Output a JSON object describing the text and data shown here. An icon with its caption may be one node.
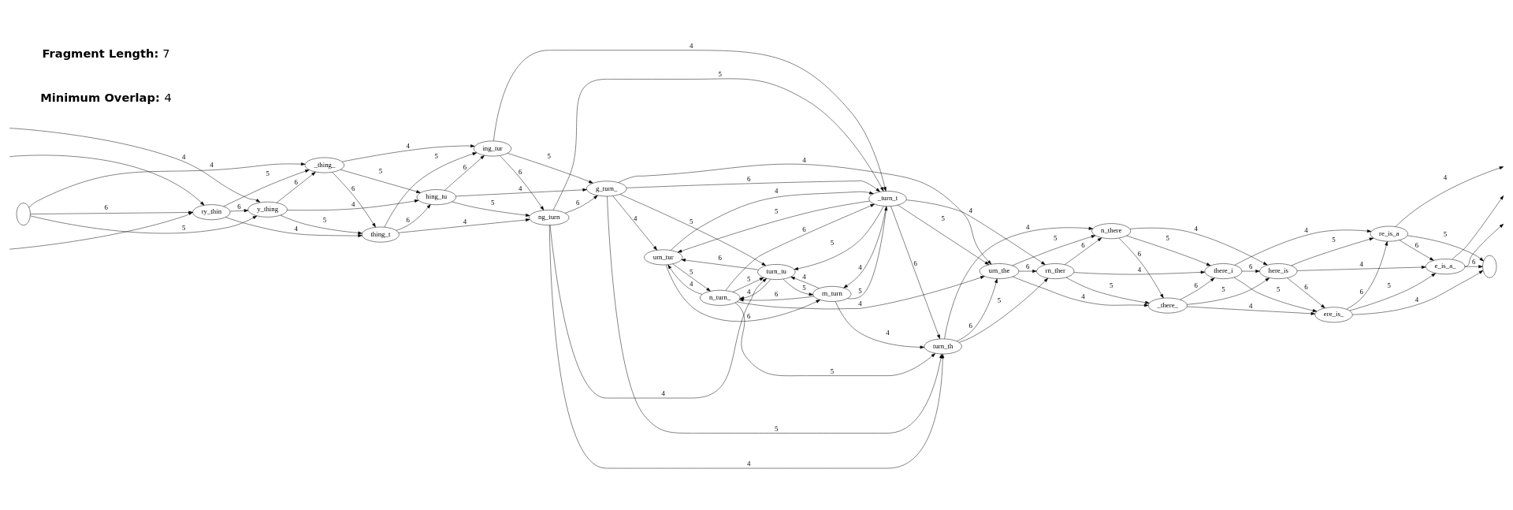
{
  "diagram": {
    "nodes": [
      {
        "text": [],
        "shape": "ellipse"
      },
      {
        "text": [
          "ry_thin"
        ]
      },
      {
        "text": [
          "y_thing"
        ]
      },
      {
        "text": [
          "_thing_"
        ]
      },
      {
        "text": [
          "thing_t"
        ]
      },
      {
        "text": [
          "hing_tu"
        ]
      },
      {
        "text": [
          "ing_tur"
        ]
      },
      {
        "text": [
          "ng_turn"
        ]
      },
      {
        "text": [
          "g_turn_"
        ]
      },
      {
        "text": [
          "urn_tur"
        ]
      },
      {
        "text": [
          "n_turn_"
        ]
      },
      {
        "text": [
          "turn_tu"
        ]
      },
      {
        "text": [
          "_turn_t"
        ]
      },
      {
        "text": [
          "rn_turn"
        ]
      },
      {
        "text": [
          "turn_th"
        ]
      },
      {
        "text": [
          "urn_the"
        ]
      },
      {
        "text": [
          "rn_ther"
        ]
      },
      {
        "text": [
          "n_there"
        ]
      },
      {
        "text": [
          "_there_"
        ]
      },
      {
        "text": [
          "there_i"
        ]
      },
      {
        "text": [
          "here_is"
        ]
      },
      {
        "text": [
          "ere_is_"
        ]
      },
      {
        "text": [
          "re_is_a"
        ]
      },
      {
        "text": [
          "e_is_a_"
        ]
      },
      {
        "text": [],
        "shape": "ellipse"
      }
    ],
    "edges": [
      {
        "from": null,
        "to": 1,
        "arrow": "to"
      },
      {
        "from": null,
        "to": 1,
        "arrow": "to"
      },
      {
        "from": 0,
        "to": 1,
        "arrow": "to",
        "label": "6"
      },
      {
        "from": 0,
        "to": 2,
        "arrow": "to",
        "label": "5"
      },
      {
        "from": null,
        "to": 2,
        "arrow": "to",
        "label": "4"
      },
      {
        "from": 0,
        "to": 3,
        "arrow": "to",
        "label": "4"
      },
      {
        "from": 1,
        "to": 4,
        "arrow": "to",
        "label": "4"
      },
      {
        "from": 1,
        "to": 3,
        "arrow": "to",
        "label": "5"
      },
      {
        "from": 1,
        "to": 2,
        "arrow": "to",
        "label": "6"
      },
      {
        "from": 2,
        "to": 4,
        "arrow": "to",
        "label": "5"
      },
      {
        "from": 2,
        "to": 3,
        "arrow": "to",
        "label": "6"
      },
      {
        "from": 2,
        "to": 5,
        "arrow": "to",
        "label": "4"
      },
      {
        "from": 3,
        "to": 4,
        "arrow": "to",
        "label": "6"
      },
      {
        "from": 3,
        "to": 6,
        "arrow": "to",
        "label": "4"
      },
      {
        "from": 3,
        "to": 5,
        "arrow": "to",
        "label": "5"
      },
      {
        "from": 4,
        "to": 7,
        "arrow": "to",
        "label": "4"
      },
      {
        "from": 4,
        "to": 6,
        "arrow": "to",
        "label": "5"
      },
      {
        "from": 4,
        "to": 5,
        "arrow": "to",
        "label": "6"
      },
      {
        "from": 5,
        "to": 6,
        "arrow": "to",
        "label": "6"
      },
      {
        "from": 5,
        "to": 7,
        "arrow": "to",
        "label": "5"
      },
      {
        "from": 5,
        "to": 8,
        "arrow": "to",
        "label": "4"
      },
      {
        "from": 6,
        "to": 7,
        "arrow": "to",
        "label": "6"
      },
      {
        "from": 6,
        "to": 8,
        "arrow": "to",
        "label": "5"
      },
      {
        "from": 6,
        "to": 12,
        "arrow": "to",
        "label": "4"
      },
      {
        "from": 7,
        "to": 8,
        "arrow": "to",
        "label": "6"
      },
      {
        "from": 7,
        "to": 11,
        "arrow": "to",
        "label": "4"
      },
      {
        "from": 7,
        "to": 12,
        "arrow": "to",
        "label": "5"
      },
      {
        "from": 7,
        "to": 14,
        "arrow": "to",
        "label": "4"
      },
      {
        "from": 8,
        "to": 15,
        "arrow": "to",
        "label": "4"
      },
      {
        "from": 8,
        "to": 11,
        "arrow": "to",
        "label": "5"
      },
      {
        "from": 8,
        "to": 9,
        "arrow": "to",
        "label": "4"
      },
      {
        "from": 8,
        "to": 12,
        "arrow": "to",
        "label": "6"
      },
      {
        "from": 8,
        "to": 14,
        "arrow": "to",
        "label": "5"
      },
      {
        "from": 12,
        "to": 15,
        "arrow": "to",
        "label": "5"
      },
      {
        "from": 12,
        "to": 9,
        "arrow": "to",
        "label": "5"
      },
      {
        "from": 9,
        "to": 12,
        "arrow": "to",
        "label": "4"
      },
      {
        "from": 9,
        "to": 10,
        "arrow": "to",
        "label": "5"
      },
      {
        "from": 9,
        "to": 13,
        "arrow": "to",
        "label": "6"
      },
      {
        "from": 10,
        "to": 9,
        "arrow": "to",
        "label": "4"
      },
      {
        "from": 11,
        "to": 9,
        "arrow": "to",
        "label": "6"
      },
      {
        "from": 10,
        "to": 15,
        "arrow": "to",
        "label": "4"
      },
      {
        "from": 10,
        "to": 11,
        "arrow": "to",
        "label": "5"
      },
      {
        "from": 11,
        "to": 10,
        "arrow": "to",
        "label": "4"
      },
      {
        "from": 10,
        "to": 12,
        "arrow": "to",
        "label": "6"
      },
      {
        "from": 10,
        "to": 14,
        "arrow": "to",
        "label": "5"
      },
      {
        "from": 12,
        "to": 11,
        "arrow": "to",
        "label": "5"
      },
      {
        "from": 13,
        "to": 10,
        "arrow": "to",
        "label": "6"
      },
      {
        "from": 13,
        "to": 12,
        "arrow": "to",
        "label": "5"
      },
      {
        "from": 12,
        "to": 13,
        "arrow": "to",
        "label": "4"
      },
      {
        "from": 11,
        "to": 13,
        "arrow": "to",
        "label": "5"
      },
      {
        "from": 13,
        "to": 11,
        "arrow": "to",
        "label": "4"
      },
      {
        "from": 13,
        "to": 14,
        "arrow": "to",
        "label": "4"
      },
      {
        "from": 12,
        "to": 14,
        "arrow": "to",
        "label": "6"
      },
      {
        "from": 12,
        "to": 16,
        "arrow": "to",
        "label": "4"
      },
      {
        "from": 14,
        "to": 15,
        "arrow": "to",
        "label": "6"
      },
      {
        "from": 14,
        "to": 17,
        "arrow": "to",
        "label": "4"
      },
      {
        "from": 14,
        "to": 16,
        "arrow": "to",
        "label": "5"
      },
      {
        "from": 15,
        "to": 17,
        "arrow": "to",
        "label": "5"
      },
      {
        "from": 15,
        "to": 18,
        "arrow": "to",
        "label": "4"
      },
      {
        "from": 15,
        "to": 16,
        "arrow": "to",
        "label": "6"
      },
      {
        "from": 16,
        "to": 17,
        "arrow": "to",
        "label": "6"
      },
      {
        "from": 16,
        "to": 18,
        "arrow": "to",
        "label": "5"
      },
      {
        "from": 16,
        "to": 19,
        "arrow": "to",
        "label": "4"
      },
      {
        "from": 17,
        "to": 18,
        "arrow": "to",
        "label": "6"
      },
      {
        "from": 17,
        "to": 20,
        "arrow": "to",
        "label": "4"
      },
      {
        "from": 17,
        "to": 19,
        "arrow": "to",
        "label": "5"
      },
      {
        "from": 18,
        "to": 20,
        "arrow": "to",
        "label": "5"
      },
      {
        "from": 18,
        "to": 21,
        "arrow": "to",
        "label": "4"
      },
      {
        "from": 18,
        "to": 19,
        "arrow": "to",
        "label": "6"
      },
      {
        "from": 19,
        "to": 20,
        "arrow": "to",
        "label": "6"
      },
      {
        "from": 19,
        "to": 21,
        "arrow": "to",
        "label": "5"
      },
      {
        "from": 19,
        "to": 22,
        "arrow": "to",
        "label": "4"
      },
      {
        "from": 20,
        "to": 23,
        "arrow": "to",
        "label": "4"
      },
      {
        "from": 20,
        "to": 22,
        "arrow": "to",
        "label": "5"
      },
      {
        "from": 20,
        "to": 21,
        "arrow": "to",
        "label": "6"
      },
      {
        "from": 21,
        "to": 23,
        "arrow": "to",
        "label": "5"
      },
      {
        "from": 21,
        "to": 22,
        "arrow": "to",
        "label": "6"
      },
      {
        "from": 21,
        "to": 24,
        "arrow": "to",
        "label": "4"
      },
      {
        "from": 22,
        "to": 23,
        "arrow": "to",
        "label": "6"
      },
      {
        "from": 22,
        "to": 24,
        "arrow": "to",
        "label": "5"
      },
      {
        "from": 22,
        "to": null,
        "arrow": "to",
        "label": "4"
      },
      {
        "from": 23,
        "to": 24,
        "arrow": "to",
        "label": "6"
      },
      {
        "from": 23,
        "to": null,
        "arrow": "to"
      },
      {
        "from": 23,
        "to": null,
        "arrow": "to"
      }
    ],
    "labels": [
      "**Fragment Length:** 7",
      "**Minimum Overlap:** 4"
    ]
  }
}
